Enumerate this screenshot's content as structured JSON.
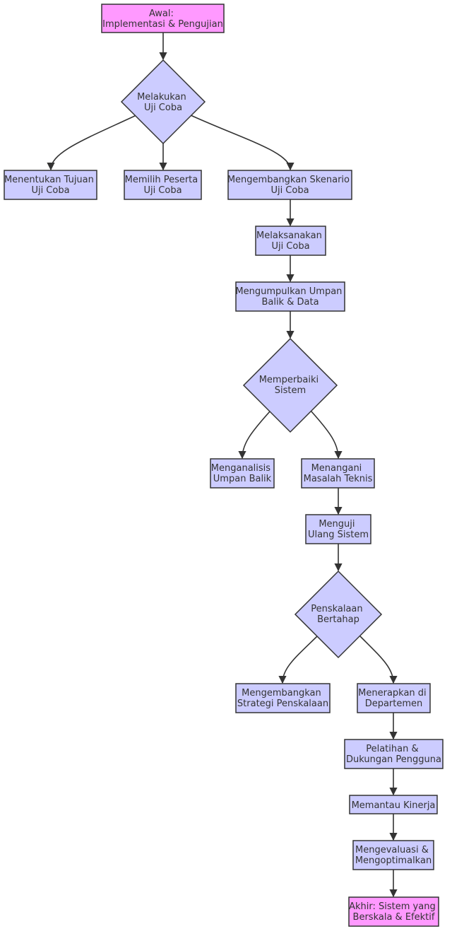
{
  "colors": {
    "node_fill": "#ccccff",
    "terminal_fill": "#ff99ff",
    "stroke": "#333333",
    "text": "#333333"
  },
  "nodes": {
    "start": {
      "line1": "Awal:",
      "line2": "Implementasi & Pengujian"
    },
    "uji_coba": {
      "line1": "Melakukan",
      "line2": "Uji Coba"
    },
    "tujuan": {
      "line1": "Menentukan Tujuan",
      "line2": "Uji Coba"
    },
    "peserta": {
      "line1": "Memilih Peserta",
      "line2": "Uji Coba"
    },
    "skenario": {
      "line1": "Mengembangkan Skenario",
      "line2": "Uji Coba"
    },
    "melaksanakan": {
      "line1": "Melaksanakan",
      "line2": "Uji Coba"
    },
    "umpan": {
      "line1": "Mengumpulkan Umpan",
      "line2": "Balik & Data"
    },
    "perbaiki": {
      "line1": "Memperbaiki",
      "line2": "Sistem"
    },
    "analisis": {
      "line1": "Menganalisis",
      "line2": "Umpan Balik"
    },
    "masalah": {
      "line1": "Menangani",
      "line2": "Masalah Teknis"
    },
    "uji_ulang": {
      "line1": "Menguji",
      "line2": "Ulang Sistem"
    },
    "penskalaan": {
      "line1": "Penskalaan",
      "line2": "Bertahap"
    },
    "strategi": {
      "line1": "Mengembangkan",
      "line2": "Strategi Penskalaan"
    },
    "departemen": {
      "line1": "Menerapkan di",
      "line2": "Departemen"
    },
    "pelatihan": {
      "line1": "Pelatihan &",
      "line2": "Dukungan Pengguna"
    },
    "kinerja": {
      "line1": "Memantau Kinerja"
    },
    "evaluasi": {
      "line1": "Mengevaluasi &",
      "line2": "Mengoptimalkan"
    },
    "end": {
      "line1": "Akhir: Sistem yang",
      "line2": "Berskala & Efektif"
    }
  }
}
